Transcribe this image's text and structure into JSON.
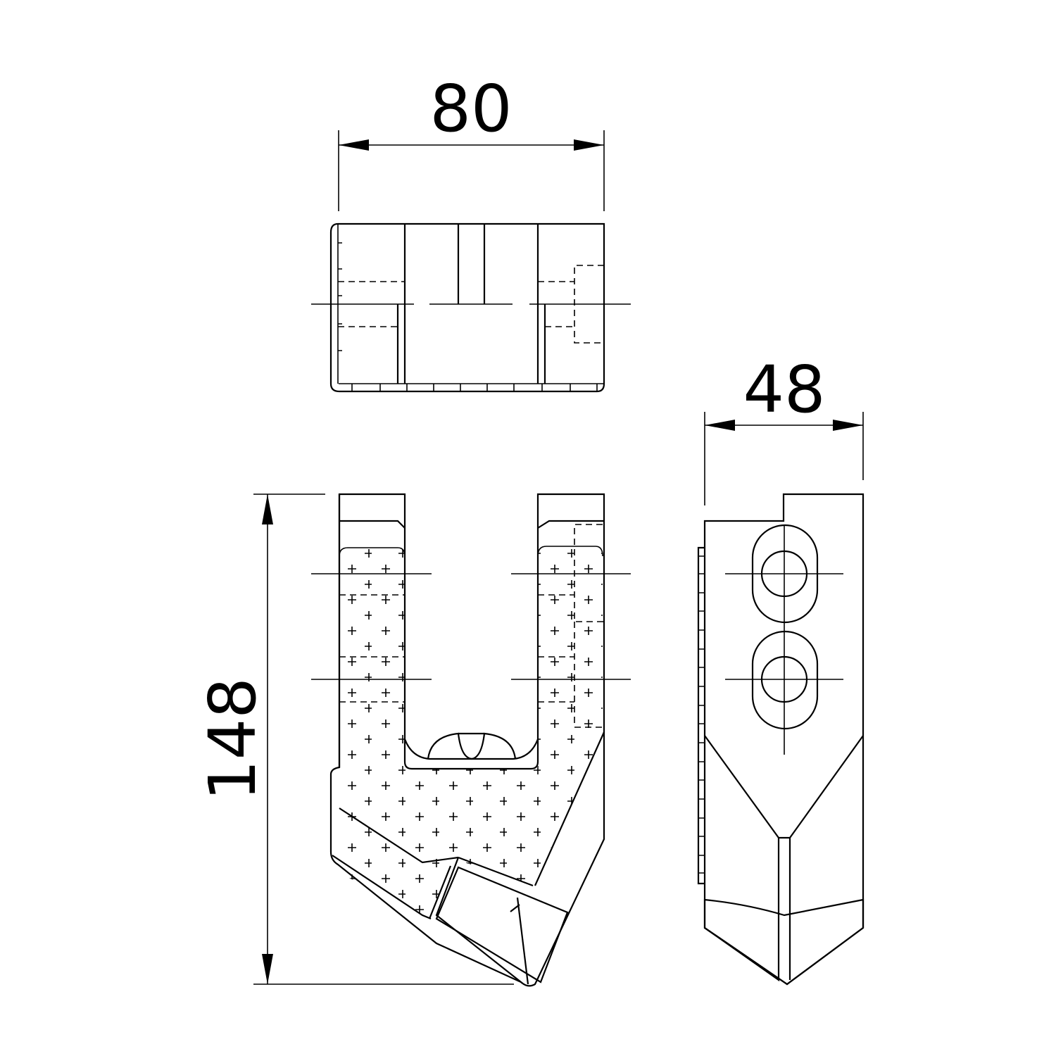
{
  "drawing": {
    "dimensions": {
      "top_width": "80",
      "side_width": "48",
      "height": "148"
    },
    "colors": {
      "line": "#000000",
      "background": "#ffffff"
    }
  }
}
